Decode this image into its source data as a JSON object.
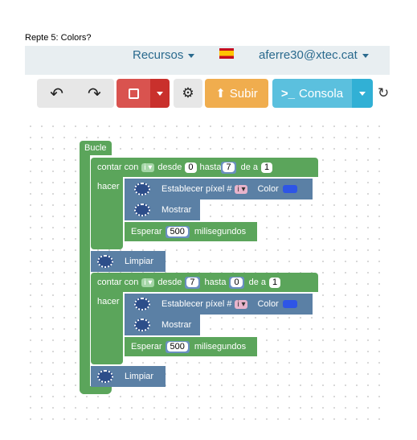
{
  "caption": "Repte 5: Colors?",
  "nav": {
    "recursos": "Recursos",
    "user": "aferre30@xtec.cat"
  },
  "toolbar": {
    "subir": "Subir",
    "consola": "Consola"
  },
  "blocks": {
    "bucle": "Bucle",
    "contar": "contar con",
    "desde": "desde",
    "hasta": "hasta",
    "de_a": "de a",
    "var_i": "i",
    "hacer": "hacer",
    "establecer": "Establecer píxel #",
    "color": "Color",
    "mostrar": "Mostrar",
    "esperar": "Esperar",
    "ms": "milisegundos",
    "limpiar": "Limpiar",
    "loop1": {
      "from": "0",
      "to": "7",
      "step": "1",
      "wait": "500"
    },
    "loop2": {
      "from": "7",
      "to": "0",
      "step": "1",
      "wait": "500"
    }
  },
  "colors": {
    "pixel_color": "#2e55e6"
  }
}
